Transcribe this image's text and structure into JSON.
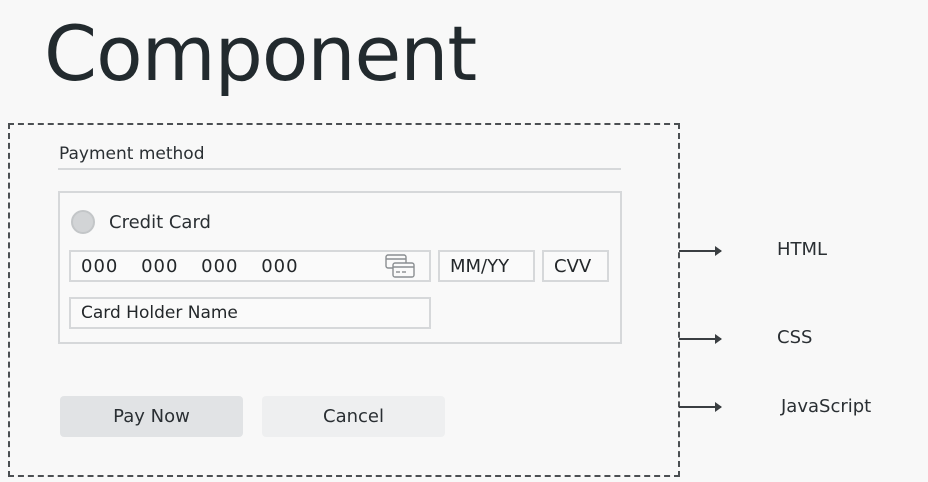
{
  "slide": {
    "title": "Component"
  },
  "form": {
    "section_title": "Payment method",
    "payment_option": {
      "label": "Credit Card",
      "selected": false
    },
    "card_number": {
      "value": "000 000 000 000"
    },
    "expiry": {
      "placeholder": "MM/YY"
    },
    "cvv": {
      "placeholder": "CVV"
    },
    "card_holder": {
      "placeholder": "Card Holder Name"
    },
    "card_icon": "credit-card-icon"
  },
  "actions": {
    "pay_label": "Pay Now",
    "cancel_label": "Cancel"
  },
  "layers": [
    {
      "label": "HTML"
    },
    {
      "label": "CSS"
    },
    {
      "label": "JavaScript"
    }
  ],
  "colors": {
    "background": "#f8f8f8",
    "text": "#23272a",
    "border": "#d6d8da",
    "pay_button": "#e1e3e5",
    "cancel_button": "#eeeff0",
    "frame": "#4b4f52"
  }
}
